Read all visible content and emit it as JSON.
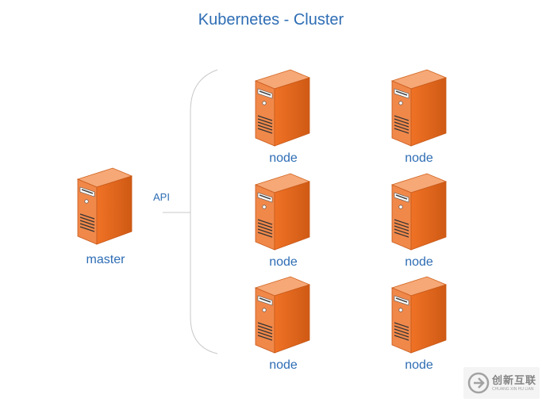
{
  "title": "Kubernetes - Cluster",
  "master": {
    "label": "master",
    "connector_label": "API"
  },
  "nodes": [
    {
      "label": "node"
    },
    {
      "label": "node"
    },
    {
      "label": "node"
    },
    {
      "label": "node"
    },
    {
      "label": "node"
    },
    {
      "label": "node"
    }
  ],
  "colors": {
    "text": "#2e6db4",
    "server_front": "#f08040",
    "server_side": "#e06418",
    "server_top": "#f6a877",
    "connector": "#c8c8c8"
  },
  "watermark": {
    "text": "创新互联",
    "subtext": "CHUANG XIN HU LIAN"
  }
}
